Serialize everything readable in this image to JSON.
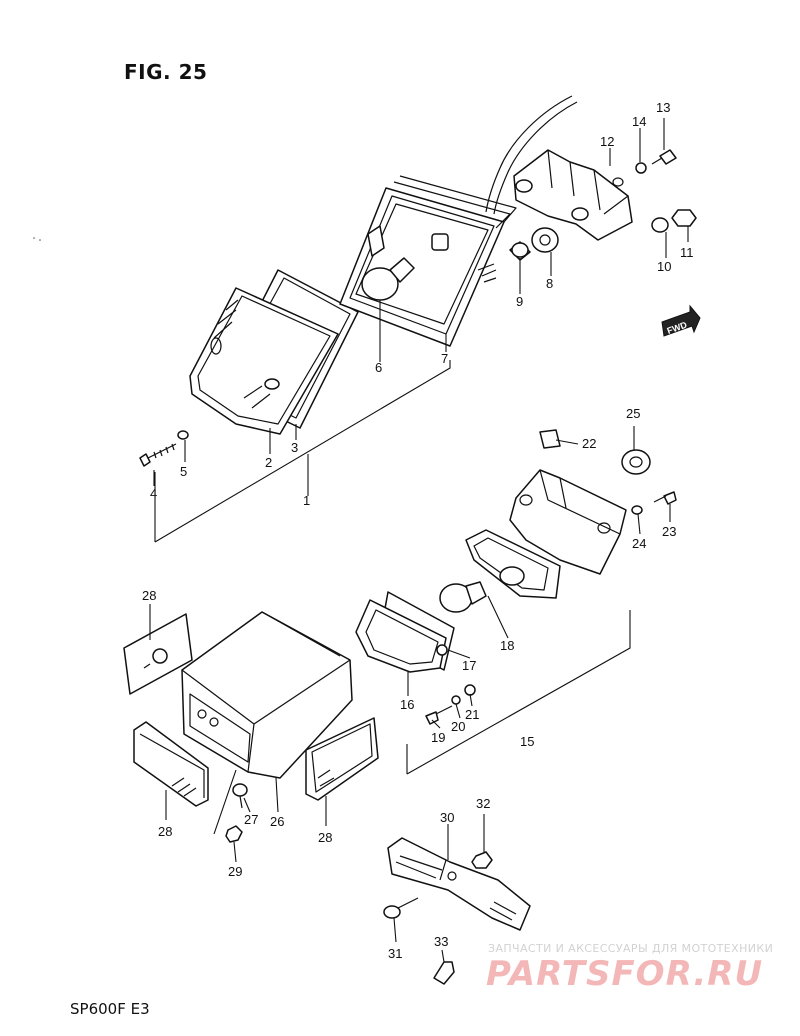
{
  "figure": {
    "title": "FIG. 25",
    "model": "SP600F  E3"
  },
  "watermark": {
    "caption": "ЗАПЧАСТИ И АКСЕССУАРЫ ДЛЯ МОТОТЕХНИКИ",
    "logo": "PARTSFOR.RU"
  },
  "fwd_label": "FWD",
  "callouts": [
    {
      "id": "1",
      "text": "1"
    },
    {
      "id": "2",
      "text": "2"
    },
    {
      "id": "3",
      "text": "3"
    },
    {
      "id": "4",
      "text": "4"
    },
    {
      "id": "5",
      "text": "5"
    },
    {
      "id": "6",
      "text": "6"
    },
    {
      "id": "7",
      "text": "7"
    },
    {
      "id": "8",
      "text": "8"
    },
    {
      "id": "9",
      "text": "9"
    },
    {
      "id": "10",
      "text": "10"
    },
    {
      "id": "11",
      "text": "11"
    },
    {
      "id": "12",
      "text": "12"
    },
    {
      "id": "13",
      "text": "13"
    },
    {
      "id": "14",
      "text": "14"
    },
    {
      "id": "15",
      "text": "15"
    },
    {
      "id": "16",
      "text": "16"
    },
    {
      "id": "17",
      "text": "17"
    },
    {
      "id": "18",
      "text": "18"
    },
    {
      "id": "19",
      "text": "19"
    },
    {
      "id": "20",
      "text": "20"
    },
    {
      "id": "21",
      "text": "21"
    },
    {
      "id": "22",
      "text": "22"
    },
    {
      "id": "23",
      "text": "23"
    },
    {
      "id": "24",
      "text": "24"
    },
    {
      "id": "25",
      "text": "25"
    },
    {
      "id": "26",
      "text": "26"
    },
    {
      "id": "27",
      "text": "27"
    },
    {
      "id": "28a",
      "text": "28"
    },
    {
      "id": "28b",
      "text": "28"
    },
    {
      "id": "28c",
      "text": "28"
    },
    {
      "id": "29",
      "text": "29"
    },
    {
      "id": "30",
      "text": "30"
    },
    {
      "id": "31",
      "text": "31"
    },
    {
      "id": "32",
      "text": "32"
    },
    {
      "id": "33",
      "text": "33"
    }
  ]
}
